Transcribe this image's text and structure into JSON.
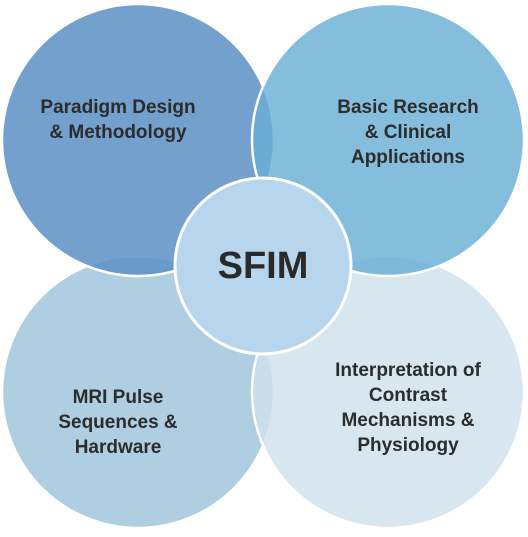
{
  "diagram": {
    "center_label": "SFIM",
    "circles": [
      {
        "id": "top-left",
        "label": "Paradigm Design\n& Methodology",
        "color": "#5b8fc4"
      },
      {
        "id": "top-right",
        "label": "Basic Research\n& Clinical\nApplications",
        "color": "#6aaed6"
      },
      {
        "id": "bottom-left",
        "label": "MRI Pulse\nSequences &\nHardware",
        "color": "#9dc3dc"
      },
      {
        "id": "bottom-right",
        "label": "Interpretation of\nContrast\nMechanisms &\nPhysiology",
        "color": "#cfe0ec"
      }
    ],
    "center_color": "#b7d6ee"
  }
}
